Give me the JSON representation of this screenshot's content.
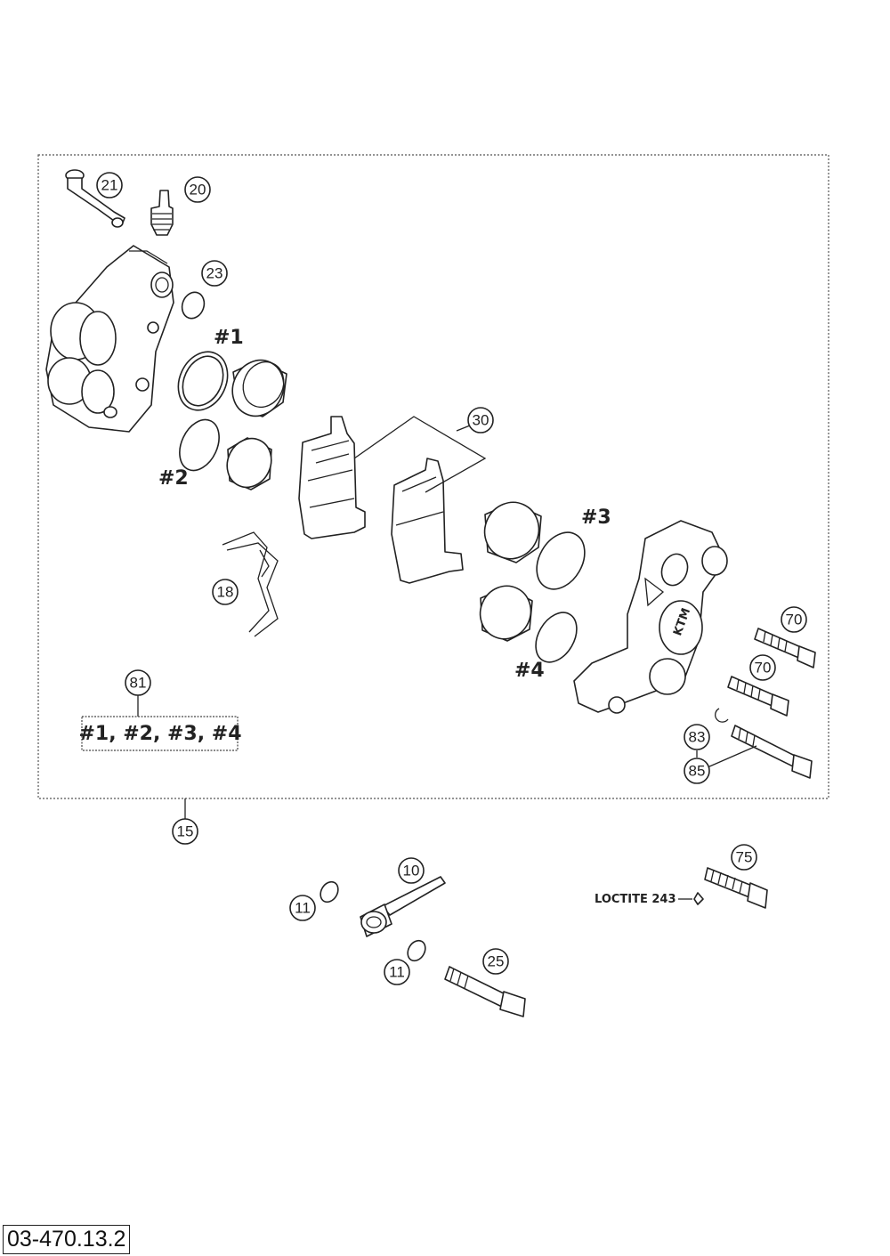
{
  "callouts": {
    "c21": "21",
    "c20": "20",
    "c23": "23",
    "c30": "30",
    "c18": "18",
    "c81": "81",
    "c70a": "70",
    "c70b": "70",
    "c83": "83",
    "c85": "85",
    "c15": "15",
    "c10": "10",
    "c11a": "11",
    "c11b": "11",
    "c25": "25",
    "c75": "75"
  },
  "seal_labels": {
    "s1": "#1",
    "s2": "#2",
    "s3": "#3",
    "s4": "#4"
  },
  "kit_label": "#1, #2, #3, #4",
  "loctite_label": "LOCTITE 243",
  "brand_mark": "KTM",
  "page_code": "03-470.13.2"
}
